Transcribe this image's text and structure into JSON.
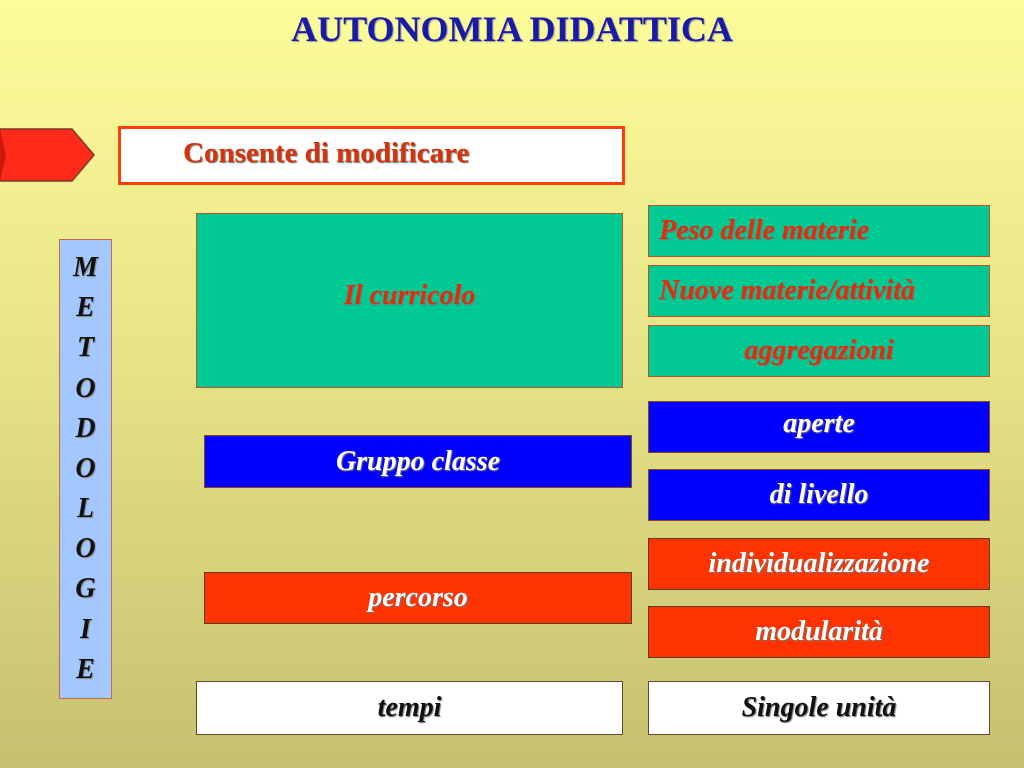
{
  "title": "AUTONOMIA DIDATTICA",
  "consente": "Consente di modificare",
  "vertical_label": "METODOLOGIE",
  "left": {
    "curricolo": "Il curricolo",
    "gruppo": "Gruppo classe",
    "percorso": "percorso",
    "tempi": "tempi"
  },
  "right": {
    "peso": "Peso delle materie",
    "nuove": "Nuove materie/attività",
    "aggregazioni": "aggregazioni",
    "aperte": "aperte",
    "livello": "di livello",
    "individualizzazione": "individualizzazione",
    "modularita": "modularità",
    "singole": "Singole unità"
  },
  "colors": {
    "title": "#1a1aa6",
    "arrow": "#ff2a1a",
    "green": "#00c994",
    "blue": "#0000ff",
    "red": "#ff3300",
    "vertical_bg": "#a3c8ff"
  }
}
